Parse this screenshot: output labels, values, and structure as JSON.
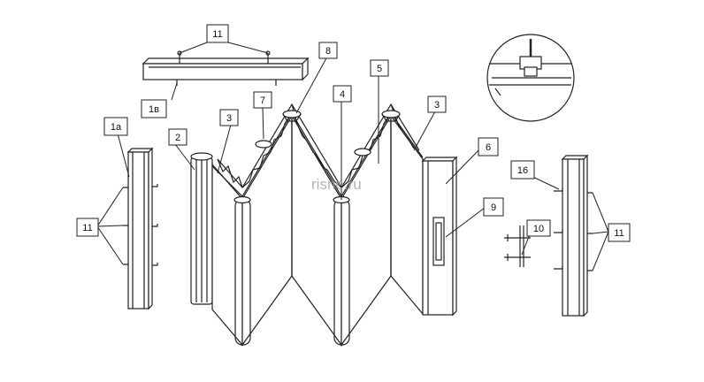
{
  "watermark": "risne.ru",
  "labels": {
    "l11_top": "11",
    "l1v": "1в",
    "l8": "8",
    "l5": "5",
    "l7": "7",
    "l4": "4",
    "l3_left": "3",
    "l3_right": "3",
    "l1a": "1а",
    "l2": "2",
    "l11_left": "11",
    "l6": "6",
    "l16": "16",
    "l9": "9",
    "l10": "10",
    "l11_right": "11"
  }
}
